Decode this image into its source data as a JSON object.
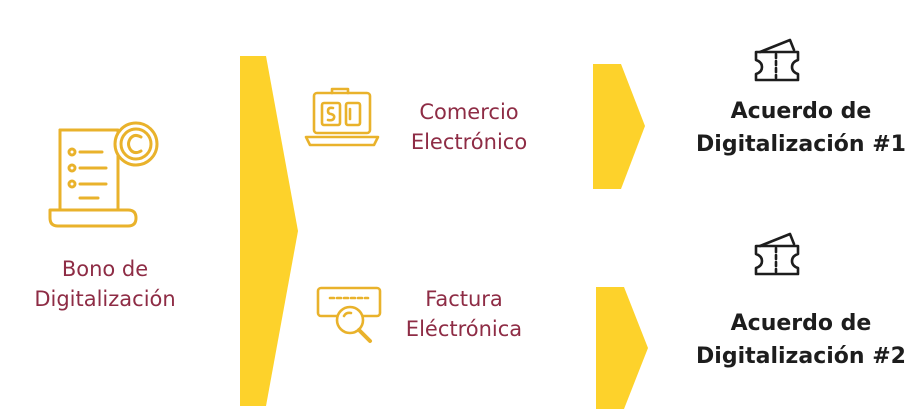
{
  "source": {
    "line1": "Bono de",
    "line2": "Digitalización",
    "icon": "receipt-coin-icon"
  },
  "options": [
    {
      "line1": "Comercio",
      "line2": "Electrónico",
      "icon": "laptop-payment-icon"
    },
    {
      "line1": "Factura",
      "line2": "Eléctrónica",
      "icon": "invoice-search-icon"
    }
  ],
  "results": [
    {
      "line1": "Acuerdo de",
      "line2": "Digitalización #1",
      "icon": "ticket-icon"
    },
    {
      "line1": "Acuerdo de",
      "line2": "Digitalización #2",
      "icon": "ticket-icon"
    }
  ],
  "colors": {
    "arrow": "#fdd22b",
    "icon_stroke": "#e9b22b",
    "label_accent": "#8e2c45",
    "label_dark": "#1d1d1d"
  }
}
